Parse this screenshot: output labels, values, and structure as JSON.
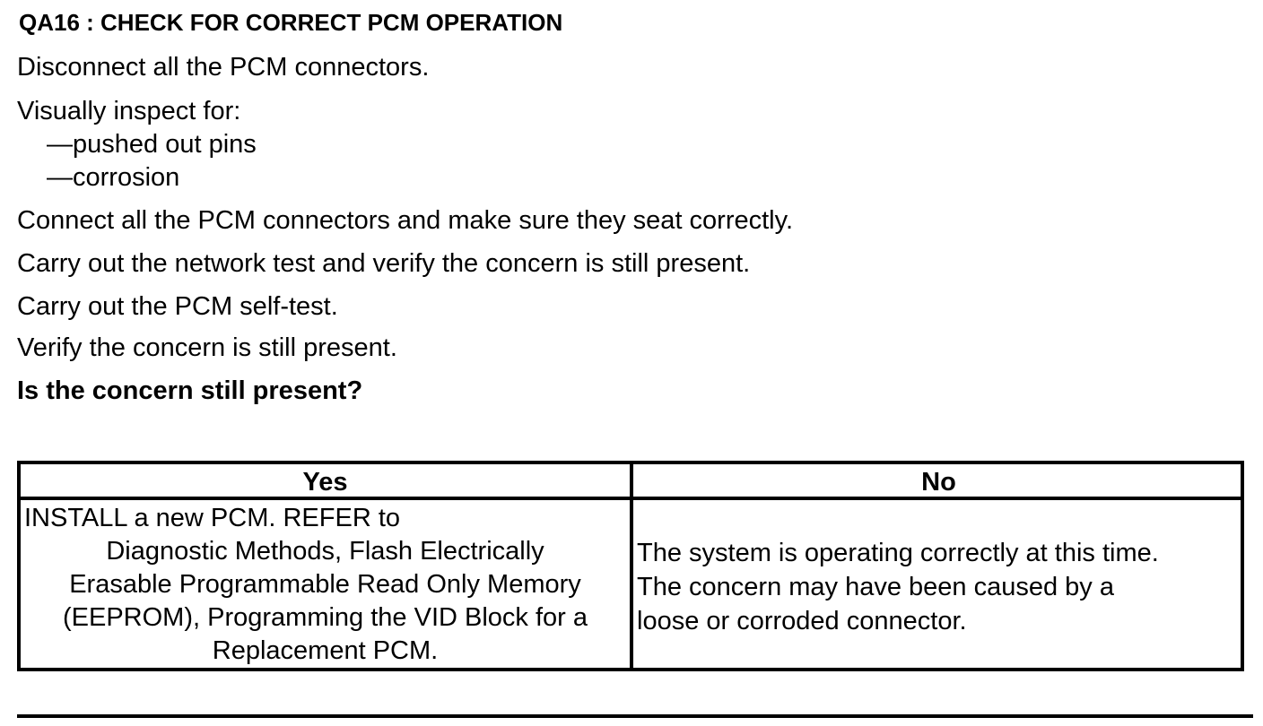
{
  "title": "QA16 : CHECK FOR CORRECT PCM OPERATION",
  "steps": {
    "disconnect": "Disconnect all the PCM connectors.",
    "inspect": "Visually inspect for:",
    "inspect_item_1": "—pushed out pins",
    "inspect_item_2": "—corrosion",
    "connect": "Connect all the PCM connectors and make sure they seat correctly.",
    "network_test": "Carry out the network test and verify the concern is still present.",
    "self_test": "Carry out the PCM self-test.",
    "verify": "Verify the concern is still present.",
    "question": "Is the concern still present?"
  },
  "table": {
    "header_yes": "Yes",
    "header_no": "No",
    "yes_lines": [
      "INSTALL a new PCM. REFER to",
      "Diagnostic Methods, Flash Electrically",
      "Erasable Programmable Read Only Memory",
      "(EEPROM), Programming the VID Block for a",
      "Replacement PCM."
    ],
    "no_lines": [
      "The system is operating correctly at this time.",
      "The concern may have been caused by a",
      "loose or corroded connector."
    ]
  }
}
